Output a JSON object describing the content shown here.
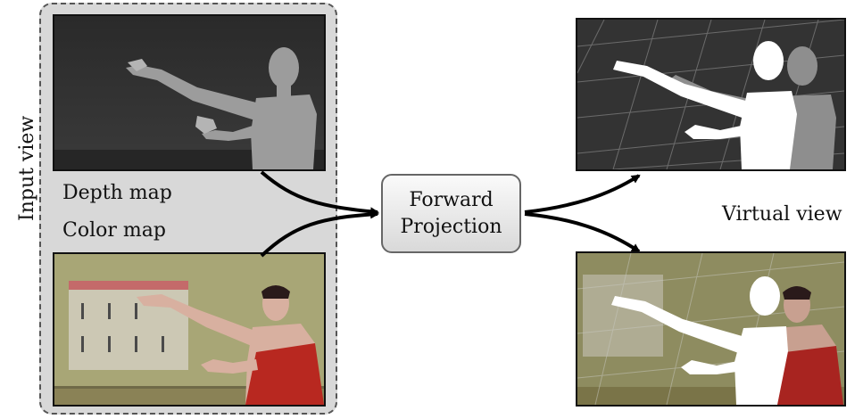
{
  "input_view": {
    "label": "Input view",
    "depth_label": "Depth map",
    "color_label": "Color map"
  },
  "process": {
    "line1": "Forward",
    "line2": "Projection"
  },
  "output": {
    "label": "Virtual view"
  },
  "colors": {
    "panel_bg": "#d8d8d8",
    "depth_bg": "#303030",
    "depth_figure": "#9a9a9a",
    "color_wall": "#a8a676",
    "dress_red": "#b82820",
    "hole_white": "#ffffff"
  },
  "icons": {
    "arrows": "arrow-icon"
  }
}
